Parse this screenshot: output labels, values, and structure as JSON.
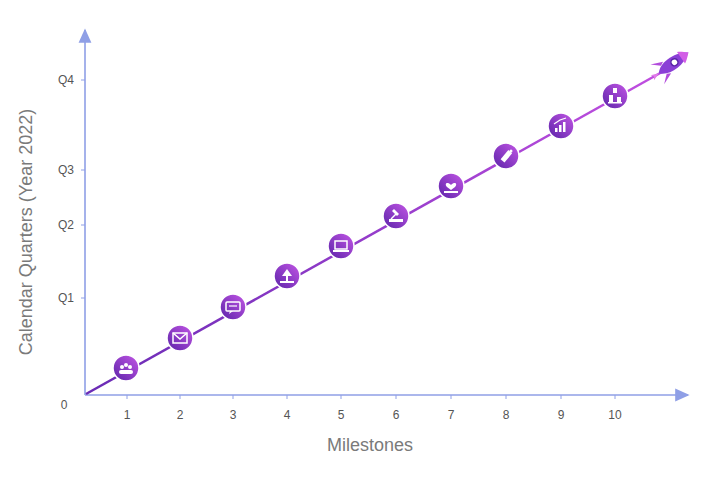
{
  "diagram": {
    "labels": [
      "Q4",
      "Q3",
      "Q2",
      "Q1",
      "0",
      "1",
      "2",
      "3",
      "4",
      "5",
      "6",
      "7",
      "8",
      "9",
      "10",
      "Calendar Quarters (Year 2022)",
      "Milestones"
    ]
  }
}
